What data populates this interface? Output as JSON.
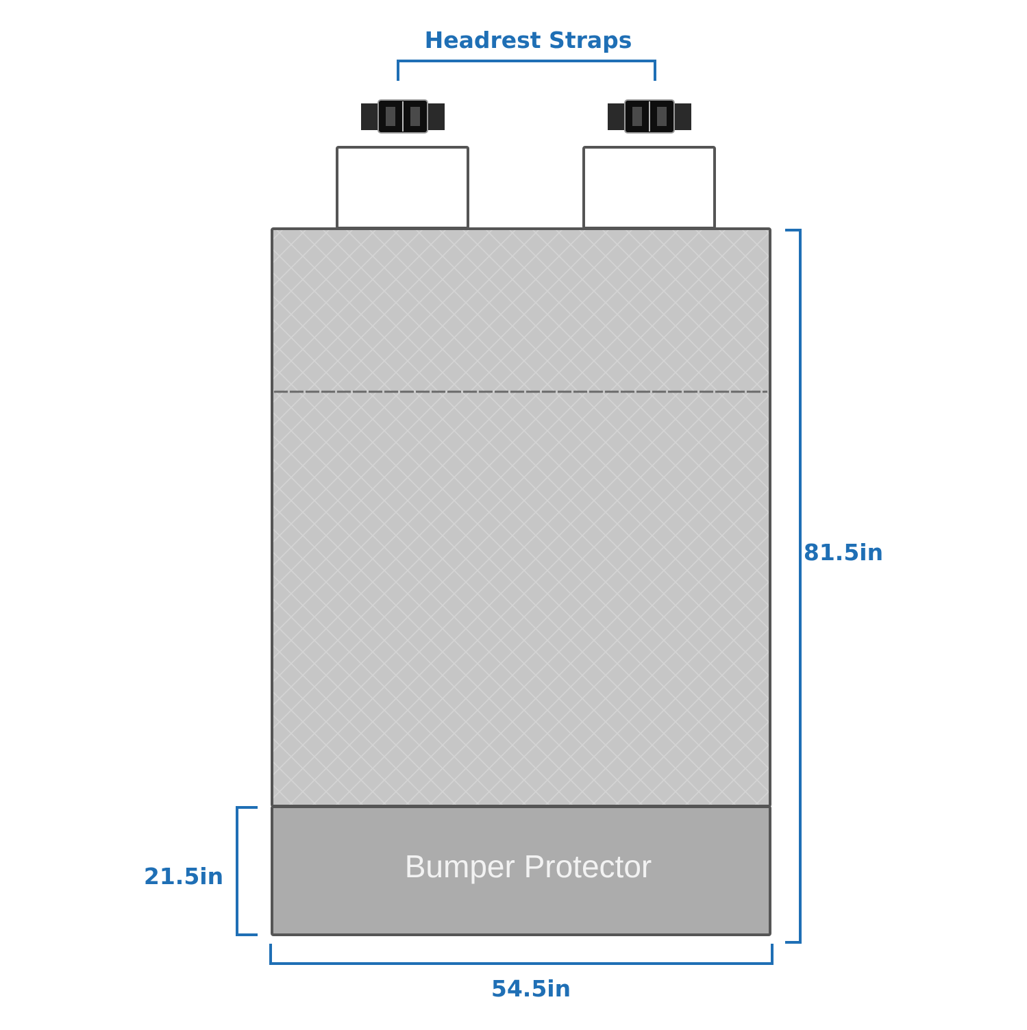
{
  "diagram": {
    "headrest_label": "Headrest Straps",
    "height_label": "81.5in",
    "bumper_height_label": "21.5in",
    "width_label": "54.5in",
    "bumper_label": "Bumper Protector"
  },
  "colors": {
    "accent": "#1f6fb5",
    "mat_fill": "#c6c6c6",
    "bumper_fill": "#acacac",
    "outline": "#555555",
    "bumper_text": "#f2f2f2"
  }
}
